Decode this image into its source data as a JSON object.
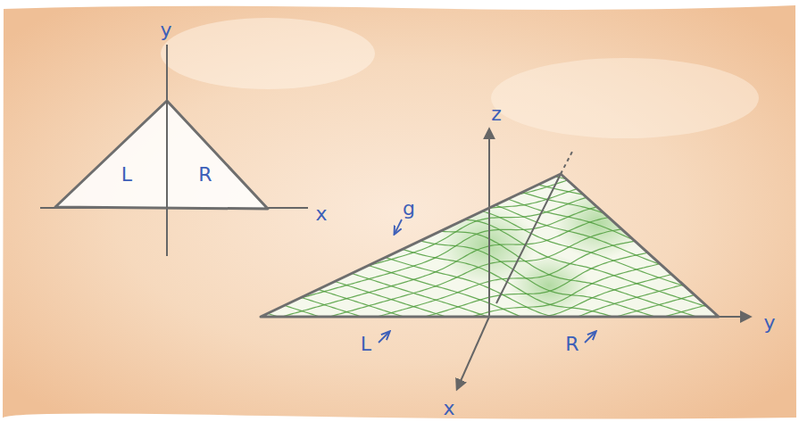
{
  "diagram": {
    "labels": [
      "y",
      "L",
      "R",
      "x",
      "z",
      "g",
      "L",
      "R",
      "y",
      "x"
    ]
  }
}
